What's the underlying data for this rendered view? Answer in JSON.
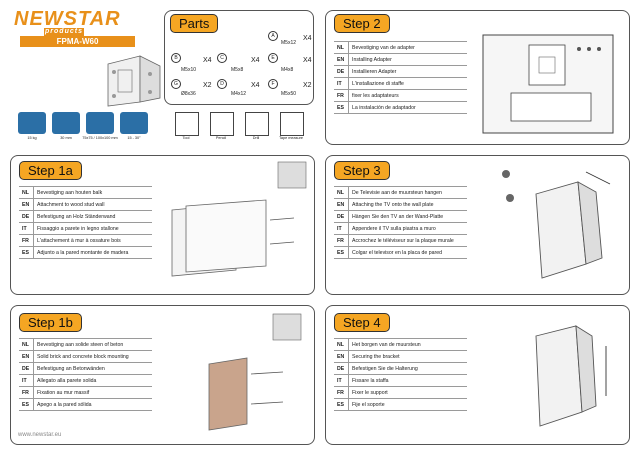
{
  "brand": {
    "name": "NEWSTAR",
    "sub": "products",
    "model": "FPMA-W60",
    "website": "www.newstar.eu"
  },
  "specs": [
    {
      "icon": "weight-icon",
      "label": "15 kg"
    },
    {
      "icon": "distance-icon",
      "label": "30 mm"
    },
    {
      "icon": "vesa-icon",
      "label": "75x75 / 100x100 mm"
    },
    {
      "icon": "tilt-icon",
      "label": "15 - 30°"
    }
  ],
  "tools": [
    {
      "icon": "tool-icon",
      "label": "Tool"
    },
    {
      "icon": "pencil-icon",
      "label": "Pencil"
    },
    {
      "icon": "drill-icon",
      "label": "Drill"
    },
    {
      "icon": "tape-measure-icon",
      "label": "Tape measure"
    }
  ],
  "parts": {
    "title": "Parts",
    "items": [
      {
        "letter": "A",
        "size": "M5x12",
        "qty": "X4"
      },
      {
        "letter": "B",
        "size": "M5x10",
        "qty": "X4"
      },
      {
        "letter": "C",
        "size": "M5x8",
        "qty": "X4"
      },
      {
        "letter": "E",
        "size": "M4x8",
        "qty": "X4"
      },
      {
        "letter": "G",
        "size": "Ø8x36",
        "qty": "X2"
      },
      {
        "letter": "D",
        "size": "M4x12",
        "qty": "X4"
      },
      {
        "letter": "F",
        "size": "M5x50",
        "qty": "X2"
      }
    ]
  },
  "steps": {
    "step2": {
      "title": "Step 2",
      "rows": [
        {
          "code": "NL",
          "text": "Bevestiging van de adapter"
        },
        {
          "code": "EN",
          "text": "Installing Adapter"
        },
        {
          "code": "DE",
          "text": "Installieren Adapter"
        },
        {
          "code": "IT",
          "text": "L'installazione di staffe"
        },
        {
          "code": "FR",
          "text": "fixer les adaptateurs"
        },
        {
          "code": "ES",
          "text": "La instalación de adaptador"
        }
      ]
    },
    "step1a": {
      "title": "Step 1a",
      "rows": [
        {
          "code": "NL",
          "text": "Bevestiging aan houten balk"
        },
        {
          "code": "EN",
          "text": "Attachment to wood stud wall"
        },
        {
          "code": "DE",
          "text": "Befestigung an Holz Ständerwand"
        },
        {
          "code": "IT",
          "text": "Fissaggio a parete in legno stallone"
        },
        {
          "code": "FR",
          "text": "L'attachement à mur à ossature bois"
        },
        {
          "code": "ES",
          "text": "Adjunto a la pared montante de madera"
        }
      ]
    },
    "step3": {
      "title": "Step 3",
      "rows": [
        {
          "code": "NL",
          "text": "De Televisie aan de muursteun hangen"
        },
        {
          "code": "EN",
          "text": "Attaching the TV onto the wall plate"
        },
        {
          "code": "DE",
          "text": "Hängen Sie den TV an der Wand-Platte"
        },
        {
          "code": "IT",
          "text": "Appendere il TV sulla piastra a muro"
        },
        {
          "code": "FR",
          "text": "Accrochez le téléviseur sur la plaque murale"
        },
        {
          "code": "ES",
          "text": "Colgar el televisor en la placa de pared"
        }
      ]
    },
    "step1b": {
      "title": "Step 1b",
      "rows": [
        {
          "code": "NL",
          "text": "Bevestiging aan solide steen of beton"
        },
        {
          "code": "EN",
          "text": "Solid brick and concrete block mounting"
        },
        {
          "code": "DE",
          "text": "Befestigung an Betonwänden"
        },
        {
          "code": "IT",
          "text": "Allegato alla parete solida"
        },
        {
          "code": "FR",
          "text": "Fixation au mur massif"
        },
        {
          "code": "ES",
          "text": "Apego a la pared sólida"
        }
      ]
    },
    "step4": {
      "title": "Step 4",
      "rows": [
        {
          "code": "NL",
          "text": "Het borgen van de muursteun"
        },
        {
          "code": "EN",
          "text": "Securing the bracket"
        },
        {
          "code": "DE",
          "text": "Befestigen Sie die Halterung"
        },
        {
          "code": "IT",
          "text": "Fissare la staffa"
        },
        {
          "code": "FR",
          "text": "Fixer le support"
        },
        {
          "code": "ES",
          "text": "Fije el soporte"
        }
      ]
    }
  },
  "colors": {
    "accent": "#f5a623",
    "brand": "#e8901a",
    "spec_blue": "#2b6fa6"
  }
}
